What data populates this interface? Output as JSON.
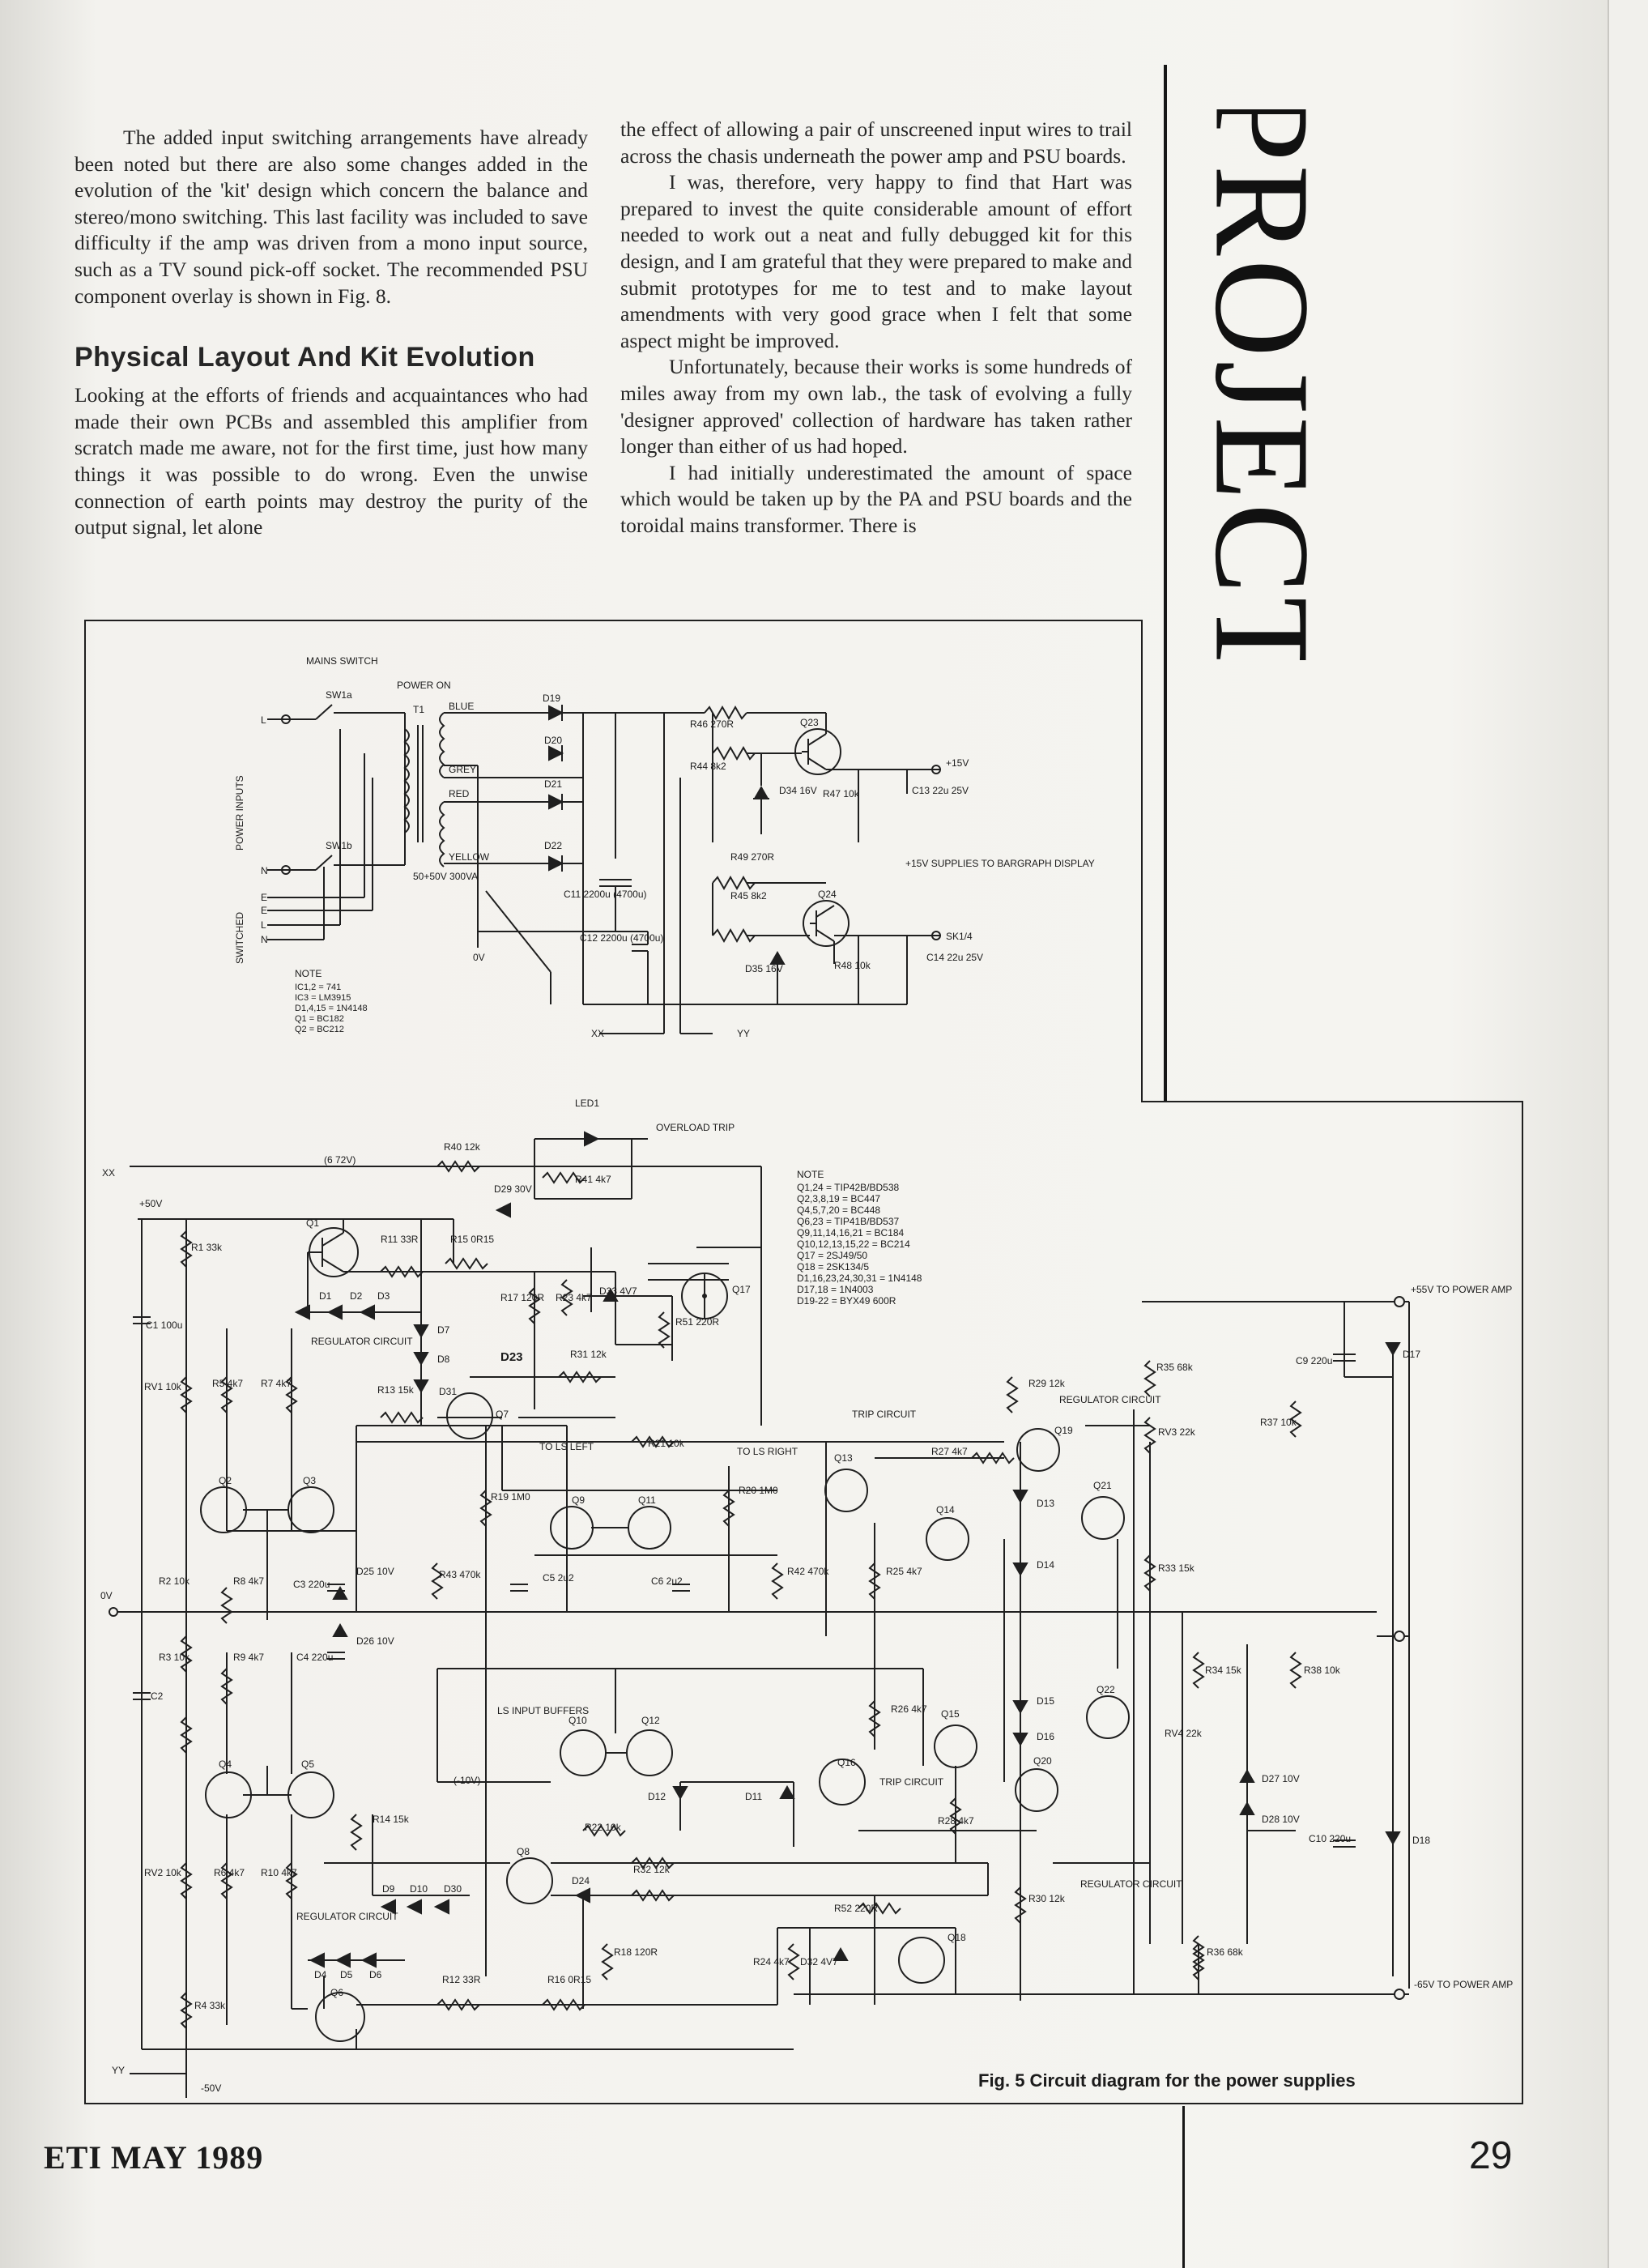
{
  "article": {
    "col1_para1": "The added input switching arrangements have already been noted but there are also some changes added in the evolution of the 'kit' design which concern the balance and stereo/mono switching. This last facility was included to save difficulty if the amp was driven from a mono input source, such as a TV sound pick-off socket. The recommended PSU component overlay is shown in Fig. 8.",
    "heading": "Physical Layout And Kit Evolution",
    "col1_para2": "Looking at the efforts of friends and acquaintances who had made their own PCBs and assembled this amplifier from scratch made me aware, not for the first time, just how many things it was possible to do wrong. Even the unwise connection of earth points may destroy the purity of the output signal, let alone",
    "col2_para1": "the effect of allowing a pair of unscreened input wires to trail across the chasis underneath the power amp and PSU boards.",
    "col2_para2": "I was, therefore, very happy to find that Hart was prepared to invest the quite considerable amount of effort needed to work out a neat and fully debugged kit for this design, and I am grateful that they were prepared to make and submit prototypes for me to test and to make layout amendments with very good grace when I felt that some aspect might be improved.",
    "col2_para3": "Unfortunately, because their works is some hundreds of miles away from my own lab., the task of evolving a fully 'designer approved' collection of hardware has taken rather longer than either of us had hoped.",
    "col2_para4": "I had initially underestimated the amount of space which would be taken up by the PA and PSU boards and the toroidal mains transformer. There is"
  },
  "section_title": "PROJECT",
  "figure": {
    "caption": "Fig. 5 Circuit diagram for the power supplies",
    "top": {
      "mains_switch": "MAINS SWITCH",
      "power_on": "POWER ON",
      "sw1a": "SW1a",
      "sw1b": "SW1b",
      "power_inputs": "POWER INPUTS",
      "switched": "SWITCHED",
      "t1": "T1",
      "blue": "BLUE",
      "grey": "GREY",
      "red": "RED",
      "yellow": "YELLOW",
      "transformer": "50+50V 300VA",
      "terminals": [
        "L",
        "N",
        "E",
        "E",
        "L",
        "N"
      ],
      "zero_v": "0V",
      "d19": "D19",
      "d20": "D20",
      "d21": "D21",
      "d22": "D22",
      "c11": "C11 2200u (4700u)",
      "c12": "C12 2200u (4700u)",
      "r46": "R46 270R",
      "r44": "R44 8k2",
      "q23": "Q23",
      "d34": "D34 16V",
      "r47": "R47 10k",
      "c13": "C13 22u 25V",
      "plus15": "+15V",
      "supplies": "+15V SUPPLIES TO BARGRAPH DISPLAY",
      "r49": "R49 270R",
      "r45": "R45 8k2",
      "q24": "Q24",
      "d35": "D35 16V",
      "r48": "R48 10k",
      "c14": "C14 22u 25V",
      "sk": "SK1/4",
      "xx": "XX",
      "yy": "YY",
      "note_title": "NOTE",
      "note": [
        "IC1,2 = 741",
        "IC3 = LM3915",
        "D1,4,15 = 1N4148",
        "Q1 = BC182",
        "Q2 = BC212"
      ]
    },
    "bottom": {
      "led1": "LED1",
      "overload": "OVERLOAD TRIP",
      "r40": "R40 12k",
      "d29": "D29 30V",
      "r41": "R41 4k7",
      "voltage": "(6 72V)",
      "xx": "XX",
      "plus50": "+50V",
      "r1": "R1 33k",
      "c1": "C1 100u",
      "q1": "Q1",
      "r11": "R11 33R",
      "r15": "R15 0R15",
      "d1": "D1",
      "d2": "D2",
      "d3": "D3",
      "regulator": "REGULATOR CIRCUIT",
      "r17": "R17 120R",
      "r23": "R23 4k7",
      "d33": "D33 4V7",
      "q17": "Q17",
      "r51": "R51 220R",
      "d7": "D7",
      "d8": "D8",
      "d23": "D23",
      "r31": "R31 12k",
      "d31": "D31",
      "q7": "Q7",
      "r13": "R13 15k",
      "rv1": "RV1 10k",
      "r5": "R5 4k7",
      "r7": "R7 4k7",
      "q2": "Q2",
      "q3": "Q3",
      "note_title": "NOTE",
      "note": [
        "Q1,24 = TIP42B/BD538",
        "Q2,3,8,19 = BC447",
        "Q4,5,7,20 = BC448",
        "Q6,23 = TIP41B/BD537",
        "Q9,11,14,16,21 = BC184",
        "Q10,12,13,15,22 = BC214",
        "Q17 = 2SJ49/50",
        "Q18 = 2SK134/5",
        "D1,16,23,24,30,31 = 1N4148",
        "D17,18 = 1N4003",
        "D19-22 = BYX49 600R"
      ],
      "plus55": "+55V TO POWER AMP",
      "c9": "C9 220u",
      "d17": "D17",
      "r35": "R35 68k",
      "r29": "R29 12k",
      "reg_circuit": "REGULATOR CIRCUIT",
      "rv3": "RV3 22k",
      "r37": "R37 10k",
      "trip_circuit": "TRIP CIRCUIT",
      "r21": "R21 10k",
      "to_ls_left": "TO LS LEFT",
      "to_ls_right": "TO LS RIGHT",
      "q19": "Q19",
      "r27": "R27 4k7",
      "q13": "Q13",
      "d13": "D13",
      "q21": "Q21",
      "q14": "Q14",
      "d14": "D14",
      "r19": "R19 1M0",
      "q9": "Q9",
      "q11": "Q11",
      "r20": "R20 1M0",
      "r2": "R2 10k",
      "r8": "R8 4k7",
      "c3": "C3 220u",
      "d25": "D25 10V",
      "r43": "R43 470k",
      "c5": "C5 2u2",
      "c6": "C6 2u2",
      "r42": "R42 470k",
      "r25": "R25 4k7",
      "r33": "R33 15k",
      "zero_v": "0V",
      "r3": "R3 10k",
      "c2": "C2",
      "r9": "R9 4k7",
      "c4": "C4 220u",
      "d26": "D26 10V",
      "r34": "R34 15k",
      "r38": "R38 10k",
      "ls_input": "LS INPUT BUFFERS",
      "q10": "Q10",
      "q12": "Q12",
      "r26": "R26 4k7",
      "q15": "Q15",
      "d15": "D15",
      "d16": "D16",
      "q20": "Q20",
      "q22": "Q22",
      "rv4": "RV4 22k",
      "q4": "Q4",
      "q5": "Q5",
      "minus10": "(-10V)",
      "d12": "D12",
      "d11": "D11",
      "q16": "Q16",
      "trip_circuit2": "TRIP CIRCUIT",
      "d27": "D27 10V",
      "d28": "D28 10V",
      "r28": "R28 4k7",
      "r14": "R14 15k",
      "r22": "R22 10k",
      "q8": "Q8",
      "r32": "R32 12k",
      "d24": "D24",
      "rv2": "RV2 10k",
      "r6": "R6 4k7",
      "r10": "R10 4k7",
      "d9": "D9",
      "d10": "D10",
      "d30": "D30",
      "c10": "C10 220u",
      "d18": "D18",
      "r30": "R30 12k",
      "reg_circuit2": "REGULATOR CIRCUIT",
      "reg_circuit3": "REGULATOR CIRCUIT",
      "r52": "R52 220R",
      "q18": "Q18",
      "r18": "R18 120R",
      "r24": "R24 4k7",
      "d32": "D32 4V7",
      "d4": "D4",
      "d5": "D5",
      "d6": "D6",
      "q6": "Q6",
      "r12": "R12 33R",
      "r16": "R16 0R15",
      "r4": "R4 33k",
      "r36": "R36 68k",
      "minus65": "-65V TO POWER AMP",
      "yy": "YY",
      "minus50": "-50V"
    }
  },
  "footer": {
    "magazine": "ETI MAY 1989",
    "page": "29"
  }
}
